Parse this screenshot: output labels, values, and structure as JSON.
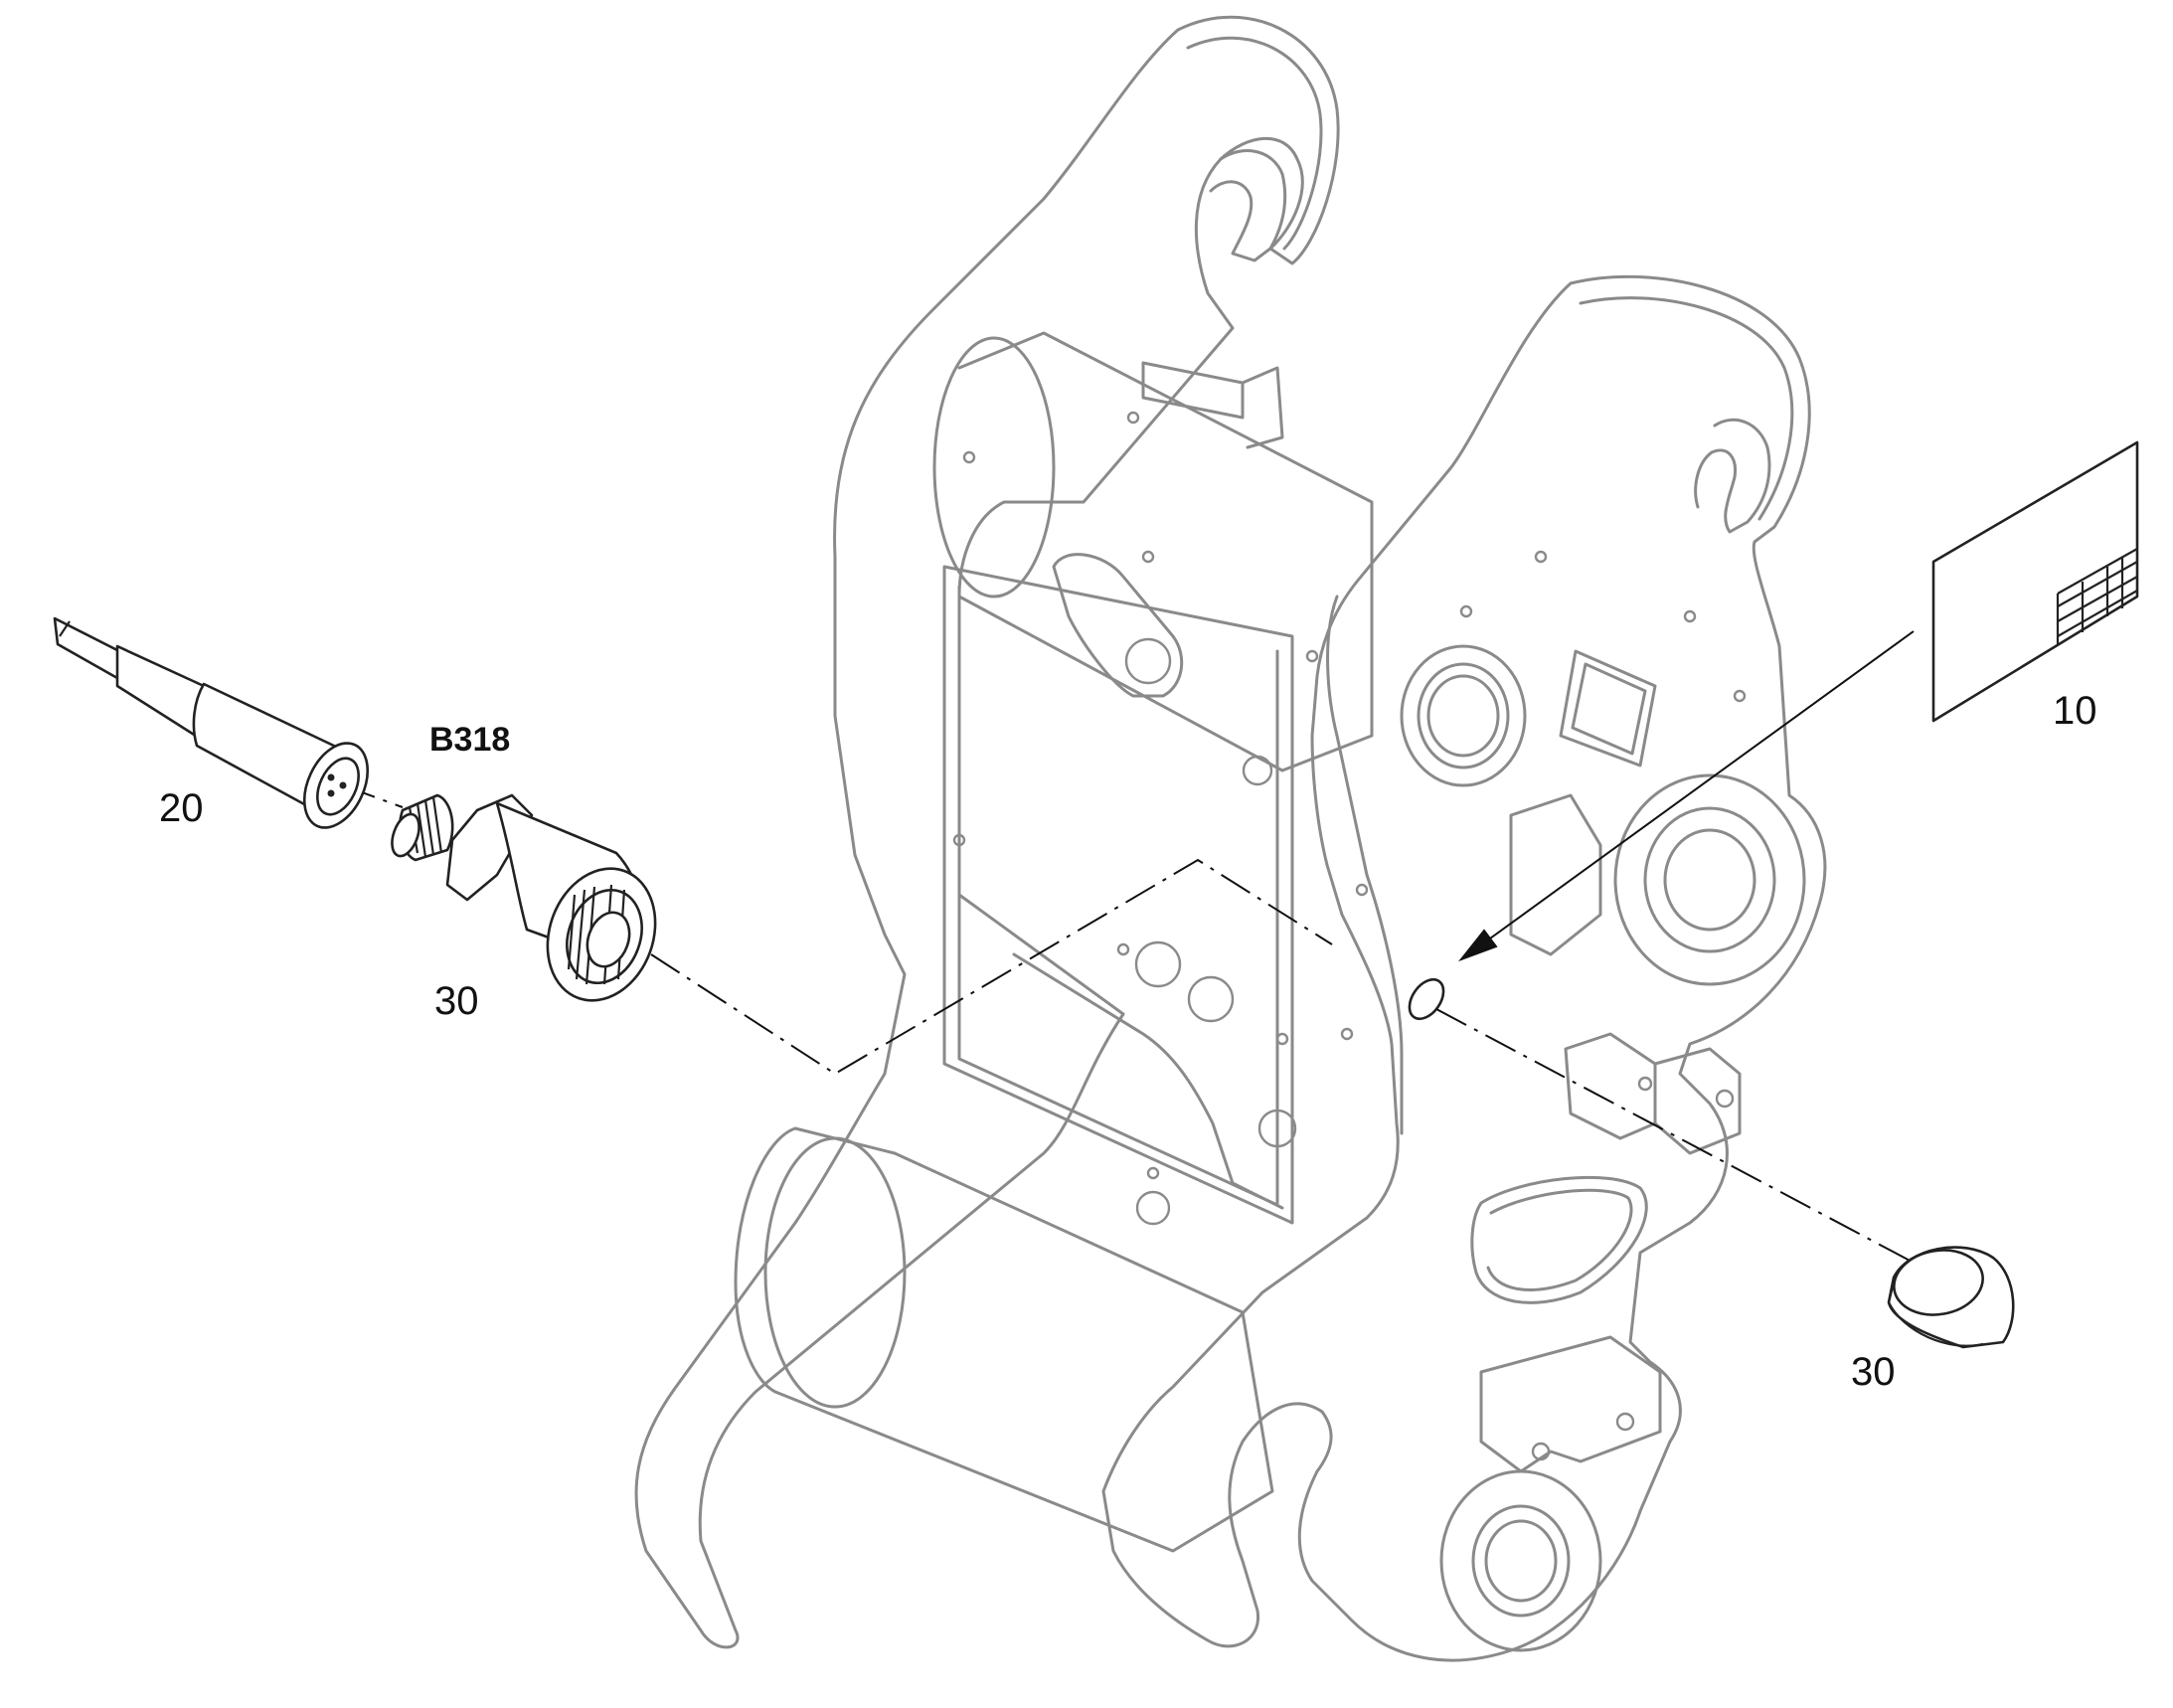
{
  "labels": {
    "decal": "10",
    "connector": "20",
    "sensor": "30",
    "plug": "30",
    "sensor_code": "B318"
  }
}
